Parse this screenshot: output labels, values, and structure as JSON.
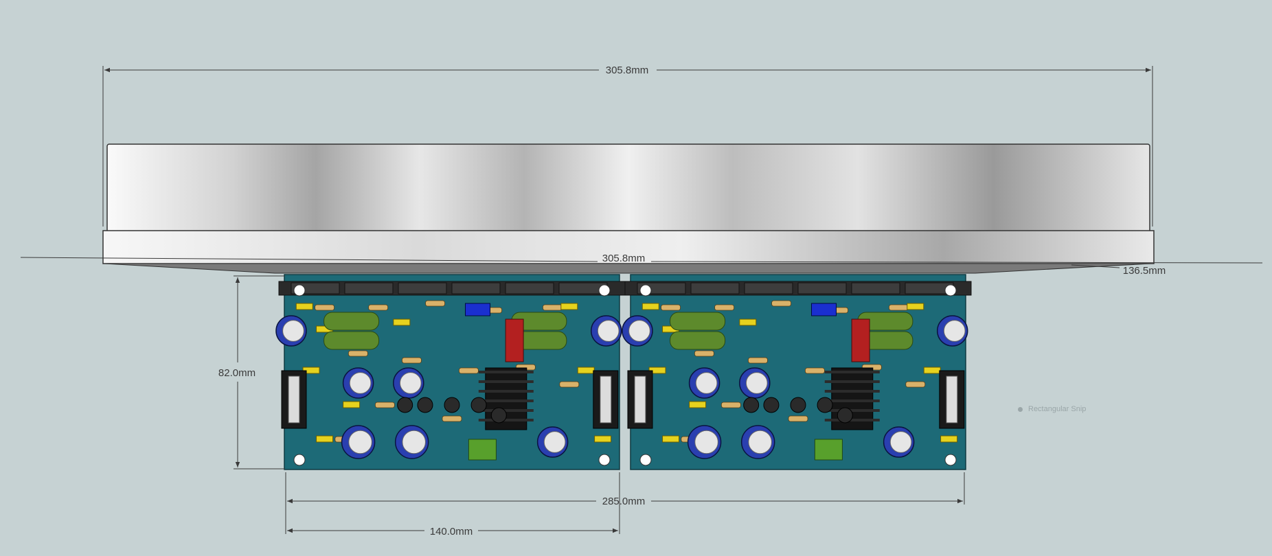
{
  "dimensions": {
    "top_width": "305.8mm",
    "mid_width": "305.8mm",
    "depth": "136.5mm",
    "pcb_height": "82.0mm",
    "overall_pcb_width": "285.0mm",
    "single_pcb_width": "140.0mm"
  },
  "snap_tooltip": "Rectangular Snip",
  "colors": {
    "background": "#c6d2d3",
    "pcb": "#1d6a77",
    "heatsink_light": "#f4f4f4",
    "heatsink_dark": "#8c8c8c",
    "capacitor_blue": "#2a3fb0",
    "capacitor_green": "#5d8a2c",
    "dimension_line": "#3a3a3a"
  }
}
